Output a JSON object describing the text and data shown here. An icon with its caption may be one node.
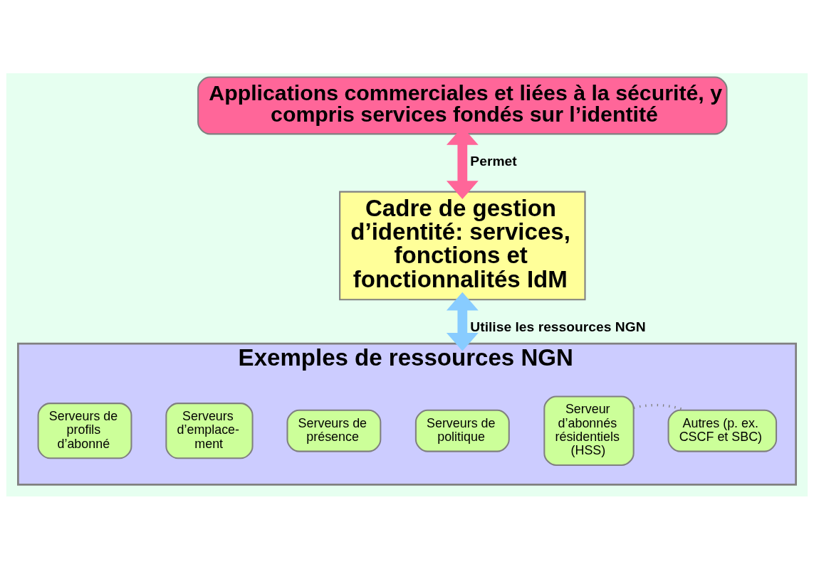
{
  "diagram": {
    "nodes": [
      {
        "text": [
          "Applications commerciales et liées à la sécurité, y compris services fondés sur l’identité"
        ]
      },
      {
        "text": [
          "Cadre de gestion d’identité: services, fonctions et fonctionnalités IdM"
        ]
      },
      {
        "text": [
          "Exemples de ressources NGN"
        ]
      },
      {
        "text": [
          "Serveurs de profils d’abonné"
        ],
        "in": 2
      },
      {
        "text": [
          "Serveurs d’emplace- ment"
        ],
        "in": 2
      },
      {
        "text": [
          "Serveurs de présence"
        ],
        "in": 2
      },
      {
        "text": [
          "Serveurs de politique"
        ],
        "in": 2
      },
      {
        "text": [
          "Serveur d’abonnés résidentiels (HSS)"
        ],
        "in": 2
      },
      {
        "text": [
          "Autres (p. ex. CSCF et SBC)"
        ],
        "in": 2
      }
    ],
    "edges": [
      {
        "from": 0,
        "to": 1,
        "arrow": "both",
        "label": "Permet",
        "color": "#ff6699"
      },
      {
        "from": 1,
        "to": 2,
        "arrow": "both",
        "label": "Utilise les ressources NGN",
        "color": "#88ccff"
      },
      {
        "from": 7,
        "to": 8,
        "arrow": "none",
        "style": "dashed",
        "color": "#808080"
      }
    ]
  }
}
